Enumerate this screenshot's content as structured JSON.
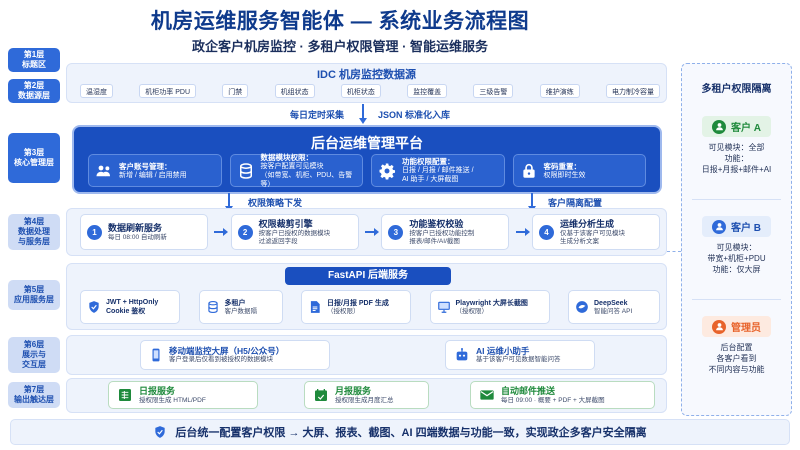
{
  "header": {
    "title": "机房运维服务智能体 — 系统业务流程图",
    "subtitle": "政企客户机房监控 · 多租户权限管理 · 智能运维服务"
  },
  "layers": [
    {
      "line1": "第1层",
      "line2": "标题区"
    },
    {
      "line1": "第2层",
      "line2": "数据源层"
    },
    {
      "line1": "第3层",
      "line2": "核心管理层"
    },
    {
      "line1": "第4层",
      "line2": "数据处理",
      "line3": "与服务层"
    },
    {
      "line1": "第5层",
      "line2": "应用服务层"
    },
    {
      "line1": "第6层",
      "line2": "展示与",
      "line3": "交互层"
    },
    {
      "line1": "第7层",
      "line2": "输出触达层"
    }
  ],
  "source": {
    "title": "IDC 机房监控数据源",
    "items": [
      "温湿度",
      "机柜功率 PDU",
      "门禁",
      "机组状态",
      "机柜状态",
      "监控覆盖",
      "三级告警",
      "维护演练",
      "电力制冷容量"
    ]
  },
  "flows": {
    "collect": "每日定时采集",
    "json": "JSON 标准化入库",
    "policy": "权限策略下发",
    "isolation": "客户隔离配置"
  },
  "core": {
    "title": "后台运维管理平台",
    "cards": [
      {
        "title": "客户账号管理：",
        "desc": "新增 / 编辑 / 启用禁用"
      },
      {
        "title": "数据模块权限：",
        "desc": "按客户配置可见模块",
        "desc2": "（如带宽、机柜、PDU、告警等）"
      },
      {
        "title": "功能权限配置：",
        "desc": "日报 / 月报 / 邮件推送 /",
        "desc2": "AI 助手 / 大屏截图"
      },
      {
        "title": "客码重置：",
        "desc": "权限即时生效"
      }
    ]
  },
  "services": [
    {
      "num": "1",
      "title": "数据刷新服务",
      "desc": "每日 08:00 自动刷新"
    },
    {
      "num": "2",
      "title": "权限裁剪引擎",
      "desc": "按客户已授权的数据模块",
      "desc2": "过滤返回字段"
    },
    {
      "num": "3",
      "title": "功能鉴权校验",
      "desc": "按客户已授权功能控制",
      "desc2": "报表/邮件/AI/截图"
    },
    {
      "num": "4",
      "title": "运维分析生成",
      "desc": "仅基于该客户可见模块",
      "desc2": "生成分析文案"
    }
  ],
  "fastapi": {
    "title": "FastAPI 后端服务"
  },
  "apis": [
    {
      "title": "JWT + HttpOnly",
      "desc": "Cookie 鉴权"
    },
    {
      "title": "多租户",
      "desc": "客户数据隔"
    },
    {
      "title": "日报/月报 PDF 生成",
      "desc": "（授权限）"
    },
    {
      "title": "Playwright 大屏长截图",
      "desc": "（授权限）"
    },
    {
      "title": "DeepSeek",
      "desc": "智能问答 API"
    }
  ],
  "display": [
    {
      "title": "移动端监控大屏（H5/公众号）",
      "desc": "客户登录后仅看到被授权的数据模块"
    },
    {
      "title": "AI 运维小助手",
      "desc": "基于该客户可见数据智能问答"
    }
  ],
  "outputs": [
    {
      "title": "日报服务",
      "desc": "授权限生成 HTML/PDF"
    },
    {
      "title": "月报服务",
      "desc": "授权限生成月度汇总"
    },
    {
      "title": "自动邮件推送",
      "desc": "每日 09:00 · 概要 + PDF + 大屏截图"
    }
  ],
  "footer": {
    "text": "后台统一配置客户权限 → 大屏、报表、截图、AI 四端数据与功能一致，实现政企多客户安全隔离"
  },
  "tenants": {
    "title": "多租户权限隔离",
    "a": {
      "name": "客户 A",
      "l1": "可见模块：全部",
      "l2": "功能：",
      "l3": "日报+月报+邮件+AI"
    },
    "b": {
      "name": "客户 B",
      "l1": "可见模块：",
      "l2": "带宽+机柜+PDU",
      "l3": "功能：仅大屏"
    },
    "admin": {
      "name": "管理员",
      "l1": "后台配置",
      "l2": "各客户看到",
      "l3": "不同内容与功能"
    }
  },
  "colors": {
    "primary": "#1a4fbf",
    "accent": "#2f6ad9",
    "green": "#1f8a3c",
    "orange": "#e8632b"
  }
}
